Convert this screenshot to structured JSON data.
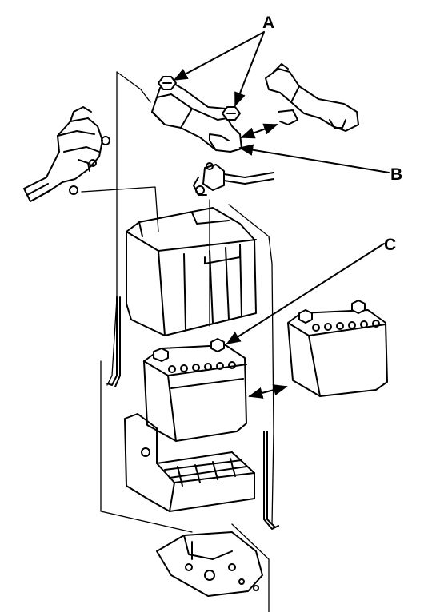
{
  "labels": {
    "a": "A",
    "b": "B",
    "c": "C"
  },
  "parts": {
    "a": "nut-icon",
    "b": "battery-terminal-clamp-icon",
    "c": "battery-icon"
  },
  "colors": {
    "ink": "#000000",
    "paper": "#ffffff"
  }
}
